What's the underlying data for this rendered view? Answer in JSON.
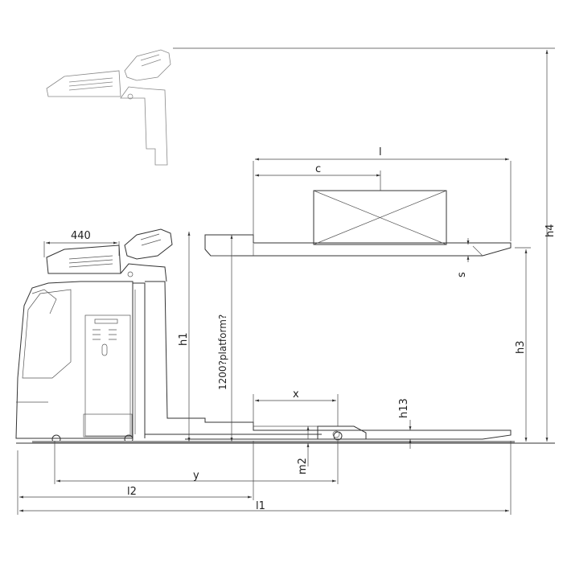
{
  "labels": {
    "dim_440": "440",
    "l": "l",
    "c": "c",
    "h1": "h1",
    "platform": "1200?platform?",
    "h3": "h3",
    "h4": "h4",
    "s": "s",
    "x": "x",
    "h13": "h13",
    "m2": "m2",
    "y": "y",
    "l2": "l2",
    "l1": "l1"
  }
}
